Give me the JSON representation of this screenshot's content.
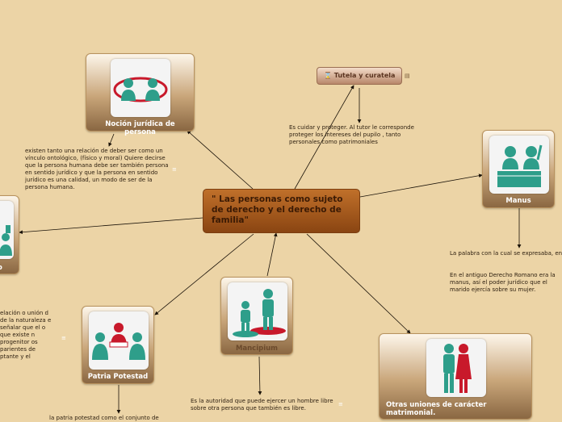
{
  "central": {
    "title": "\" Las personas como sujeto de derecho y el derecho de familia\""
  },
  "nodes": {
    "nocion": {
      "label": "Noción jurídica de persona"
    },
    "manus": {
      "label": "Manus"
    },
    "mancipium": {
      "label": "Mancipium"
    },
    "patria": {
      "label": "Patria Potestad"
    },
    "otras": {
      "label": "Otras uniones de carácter matrimonial."
    },
    "left_partial": {
      "label": "o"
    },
    "tutela": {
      "label": "Tutela y curatela"
    }
  },
  "texts": {
    "nocion_desc": "existen tanto una relación de deber ser como un vínculo ontológico, (físico y moral)  Quiere decirse que la persona humana debe ser también persona en sentido jurídico y que la persona en sentido jurídico es una calidad, un modo de ser de la persona humana.",
    "tutela_desc": "Es cuidar y proteger. Al tutor le corresponde proteger los intereses del pupilo , tanto personales como patrimoniales",
    "manus_desc_1": "La palabra con la cual se expresaba, en el derecho romano, la idea de sometimiento de las personas y de las cosas.",
    "manus_desc_2": "En el antiguo Derecho Romano era la manus, así el poder jurídico que el marido ejercía sobre su mujer.",
    "mancipium_desc": "Es la autoridad que puede ejercer un hombre libre sobre otra persona que también es libre.",
    "patria_desc": "la patria potestad como el conjunto de",
    "left_desc": "elación o unión d de la naturaleza e señalar que el o que existe n progenitor os parientes de ptante y el"
  },
  "icons": [
    "people-relation-icon",
    "classroom-icon",
    "family-icon",
    "couple-icon",
    "group-icon",
    "note-icon",
    "hourglass-icon"
  ],
  "colors": {
    "teal": "#2e9e8a",
    "red": "#c8192b",
    "central": "#a55a1d"
  }
}
